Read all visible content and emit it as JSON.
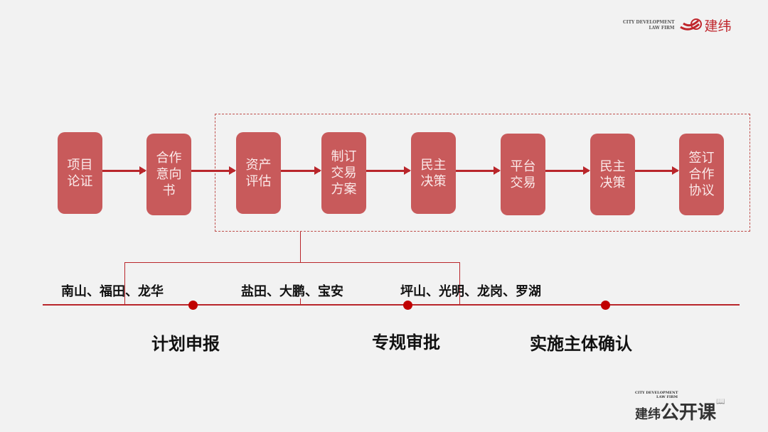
{
  "logo": {
    "en_line1": "CITY DEVELOPMENT",
    "en_line2": "LAW FIRM",
    "cn": "建纬"
  },
  "footer_logo": {
    "en_line1": "CITY DEVELOPMENT",
    "en_line2": "LAW FIRM",
    "cn": "建纬",
    "title": "公开课",
    "book_icon": "📖"
  },
  "steps": [
    "项目论证",
    "合作意向书",
    "资产评估",
    "制订交易方案",
    "民主决策",
    "平台交易",
    "民主决策",
    "签订合作协议"
  ],
  "regions": [
    "南山、福田、龙华",
    "盐田、大鹏、宝安",
    "坪山、光明、龙岗、罗湖"
  ],
  "stages": [
    "计划申报",
    "专规审批",
    "实施主体确认"
  ],
  "colors": {
    "box": "#c85a5b",
    "arrow": "#b9262b",
    "dot": "#c00000",
    "background": "#f2f2f2"
  }
}
